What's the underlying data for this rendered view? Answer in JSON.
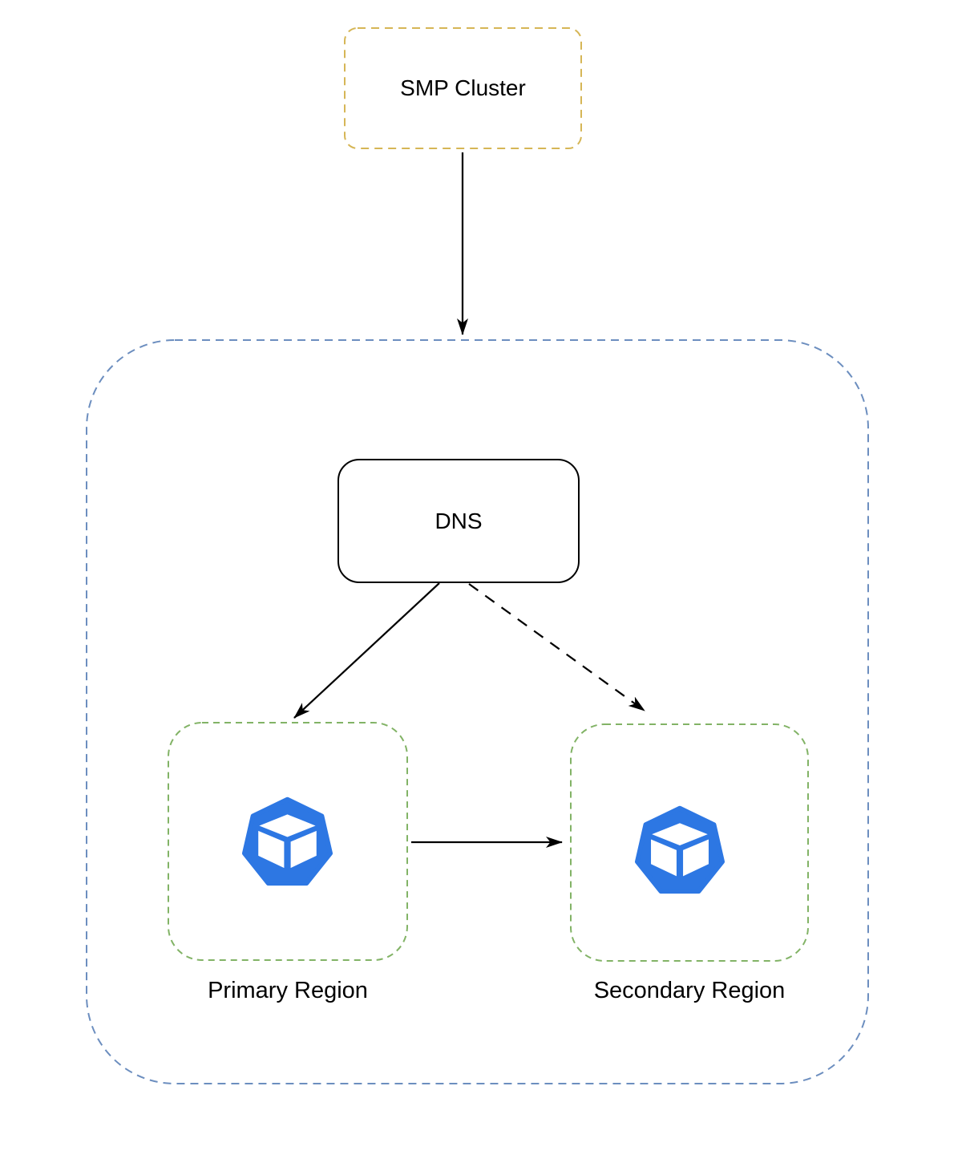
{
  "diagram": {
    "nodes": {
      "smp_cluster": {
        "label": "SMP Cluster",
        "shape": "rounded-rect",
        "border_style": "dashed"
      },
      "dns": {
        "label": "DNS",
        "shape": "rounded-rect",
        "border_style": "solid"
      },
      "primary_region": {
        "label": "Primary Region",
        "shape": "rounded-rect",
        "border_style": "dashed",
        "icon": "container-cube-icon"
      },
      "secondary_region": {
        "label": "Secondary Region",
        "shape": "rounded-rect",
        "border_style": "dashed",
        "icon": "container-cube-icon"
      }
    },
    "groups": [
      {
        "name": "region_group",
        "contains": [
          "dns",
          "primary_region",
          "secondary_region"
        ],
        "border_style": "dashed"
      }
    ],
    "edges": [
      {
        "from": "smp_cluster",
        "to": "region_group",
        "style": "solid",
        "arrowhead": "filled"
      },
      {
        "from": "dns",
        "to": "primary_region",
        "style": "solid",
        "arrowhead": "filled"
      },
      {
        "from": "dns",
        "to": "secondary_region",
        "style": "dashed",
        "arrowhead": "filled"
      },
      {
        "from": "primary_region",
        "to": "secondary_region",
        "style": "solid",
        "arrowhead": "filled"
      }
    ],
    "colors": {
      "smp_border": "#D6B656",
      "container_border": "#6C8EBF",
      "region_border": "#82B366",
      "dns_border": "#000000",
      "arrow": "#000000",
      "icon_blue": "#2D77E3",
      "label_text": "#000000",
      "background": "#FFFFFF"
    }
  }
}
